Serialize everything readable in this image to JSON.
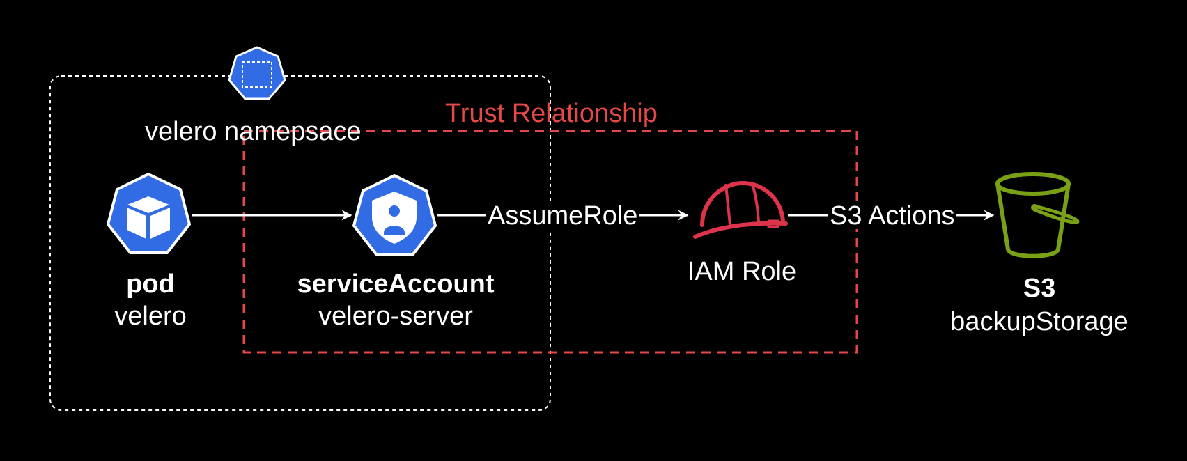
{
  "namespace": {
    "label": "velero namepsace"
  },
  "trust": {
    "label": "Trust Relationship"
  },
  "pod": {
    "title": "pod",
    "subtitle": "velero"
  },
  "service_account": {
    "title": "serviceAccount",
    "subtitle": "velero-server"
  },
  "iam_role": {
    "title": "IAM Role"
  },
  "s3": {
    "title": "S3",
    "subtitle": "backupStorage"
  },
  "edges": {
    "assume_role": "AssumeRole",
    "s3_actions": "S3 Actions"
  },
  "colors": {
    "background": "#000000",
    "k8s_blue": "#326ce5",
    "trust_red": "#e54848",
    "iam_red": "#dd344c",
    "s3_green": "#7aa116",
    "namespace_border": "#ffffff"
  },
  "icons": {
    "namespace": "kubernetes-namespace-icon",
    "pod": "kubernetes-pod-icon",
    "service_account": "kubernetes-service-account-icon",
    "iam_role": "aws-iam-role-hardhat-icon",
    "s3": "aws-s3-bucket-icon"
  }
}
